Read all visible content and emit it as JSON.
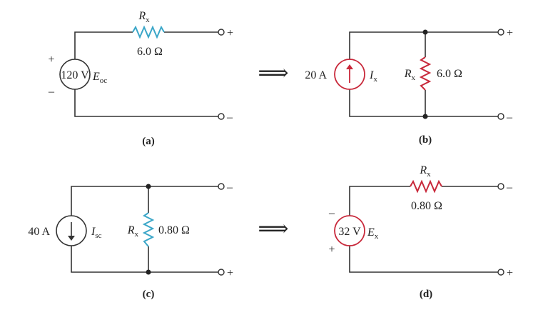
{
  "colors": {
    "wire": "#333333",
    "resistor_blue": "#3aa6c8",
    "resistor_red": "#c8283a",
    "source_black": "#333333",
    "source_red": "#c8283a"
  },
  "arrows": {
    "a_to_b": "⟹",
    "c_to_d": "⟹"
  },
  "icons": {
    "voltage_source": "circle-with-value-icon",
    "current_source": "circle-with-arrow-icon",
    "resistor": "zigzag-resistor-icon",
    "terminal": "open-circle-terminal-icon"
  },
  "panel_a": {
    "caption": "(a)",
    "resistor_symbol": "R",
    "resistor_sub": "x",
    "resistor_value": "6.0 Ω",
    "source_value": "120 V",
    "source_symbol": "E",
    "source_sub": "oc",
    "source_plus": "+",
    "source_minus": "–",
    "terminal_top": "+",
    "terminal_bottom": "–"
  },
  "panel_b": {
    "caption": "(b)",
    "source_value": "20 A",
    "source_symbol": "I",
    "source_sub": "x",
    "resistor_symbol": "R",
    "resistor_sub": "x",
    "resistor_value": "6.0 Ω",
    "terminal_top": "+",
    "terminal_bottom": "–"
  },
  "panel_c": {
    "caption": "(c)",
    "source_value": "40 A",
    "source_symbol": "I",
    "source_sub": "sc",
    "resistor_symbol": "R",
    "resistor_sub": "x",
    "resistor_value": "0.80 Ω",
    "terminal_top": "–",
    "terminal_bottom": "+"
  },
  "panel_d": {
    "caption": "(d)",
    "resistor_symbol": "R",
    "resistor_sub": "x",
    "resistor_value": "0.80 Ω",
    "source_value": "32 V",
    "source_symbol": "E",
    "source_sub": "x",
    "source_top": "–",
    "source_bottom": "+",
    "terminal_top": "–",
    "terminal_bottom": "+"
  }
}
